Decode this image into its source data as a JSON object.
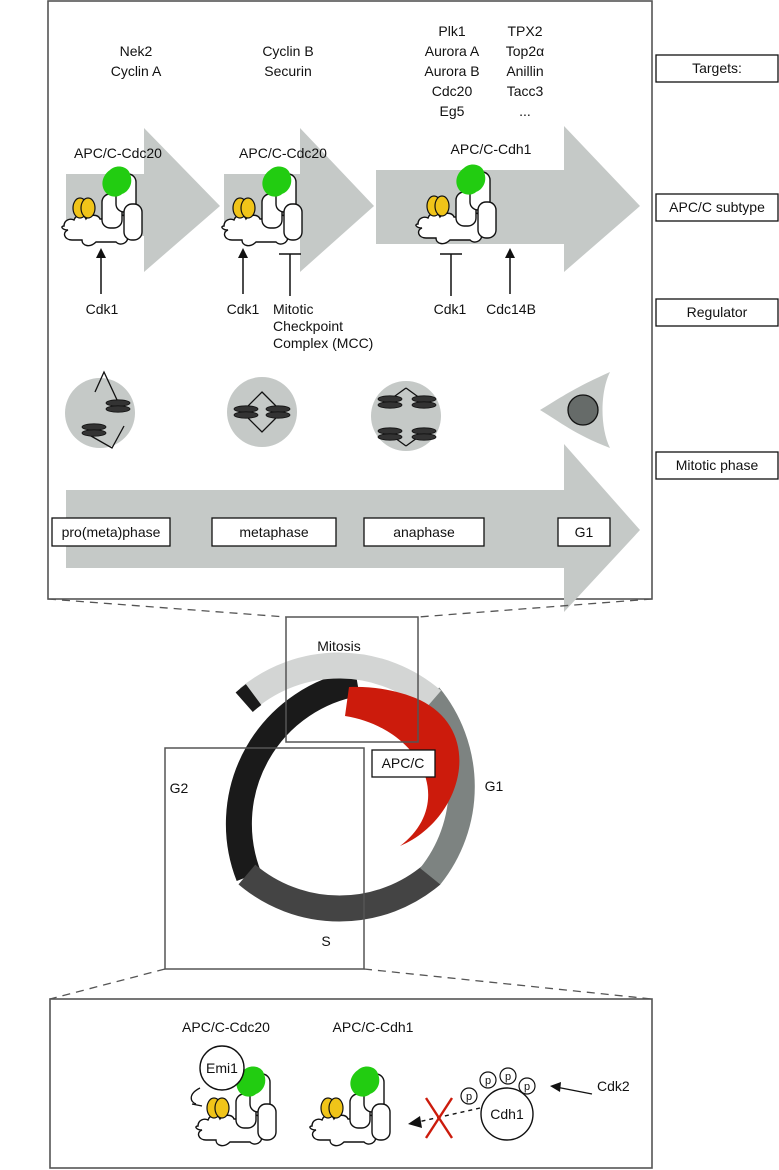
{
  "legend": {
    "targets": "Targets:",
    "subtype": "APC/C subtype",
    "regulator": "Regulator",
    "phase": "Mitotic phase"
  },
  "targets": {
    "col1": [
      "Nek2",
      "Cyclin A"
    ],
    "col2": [
      "Cyclin B",
      "Securin"
    ],
    "col3a": [
      "Plk1",
      "Aurora A",
      "Aurora B",
      "Cdc20",
      "Eg5"
    ],
    "col3b": [
      "TPX2",
      "Top2α",
      "Anillin",
      "Tacc3",
      "..."
    ]
  },
  "subtypes": {
    "s1": "APC/C-Cdc20",
    "s2": "APC/C-Cdc20",
    "s3": "APC/C-Cdh1"
  },
  "regulators": {
    "r1": "Cdk1",
    "r2": "Cdk1",
    "r2b": [
      "Mitotic",
      "Checkpoint",
      "Complex (MCC)"
    ],
    "r3": "Cdk1",
    "r3b": "Cdc14B"
  },
  "phases": [
    "pro(meta)phase",
    "metaphase",
    "anaphase",
    "G1"
  ],
  "cycle": {
    "mitosis": "Mitosis",
    "g1": "G1",
    "g2": "G2",
    "s": "S",
    "apcc": "APC/C"
  },
  "bottom": {
    "left_title": "APC/C-Cdc20",
    "right_title": "APC/C-Cdh1",
    "emi1": "Emi1",
    "cdh1": "Cdh1",
    "p": "p",
    "cdk2": "Cdk2"
  },
  "colors": {
    "arrow_gray": "#c5c9c7",
    "green": "#22cc11",
    "yellow": "#f0c419",
    "red": "#cc1b0c",
    "g2": "#1a1a1a",
    "s": "#444444",
    "g1": "#7d8381",
    "mitosis": "#d3d5d4"
  }
}
